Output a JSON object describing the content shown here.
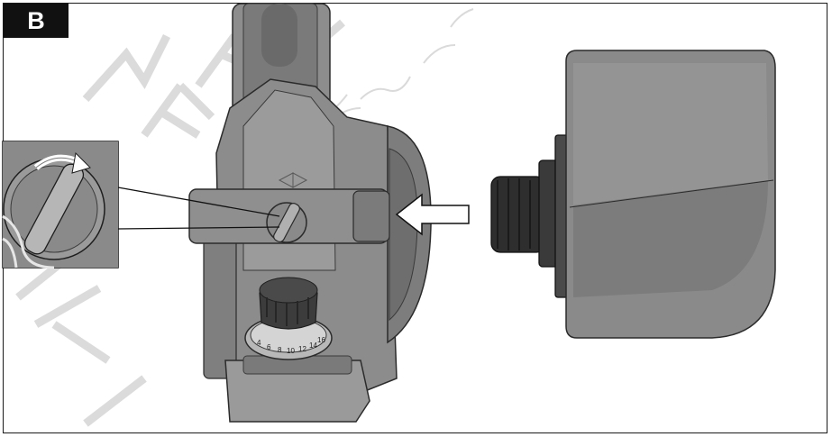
{
  "figure": {
    "label": "B"
  },
  "dial": {
    "tick_labels": [
      "4",
      "6",
      "8",
      "10",
      "12",
      "14",
      "16"
    ]
  },
  "colors": {
    "body": "#8a8a8a",
    "body_dark": "#5e5e5e",
    "body_light": "#a6a6a6",
    "outline": "#2b2b2b",
    "knob": "#3c3c3c",
    "watermark": "#d9d9d9"
  },
  "icons": {
    "arrow": "white-arrow-left-icon",
    "rotate": "rotate-arrow-icon"
  }
}
